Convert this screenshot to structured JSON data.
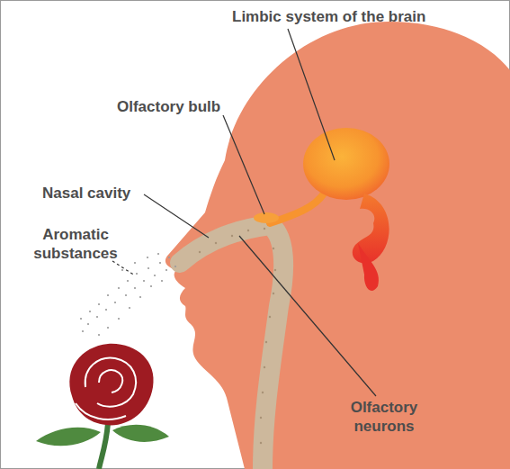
{
  "diagram": {
    "labels": [
      "Limbic system of the brain",
      "Olfactory bulb",
      "Nasal cavity",
      "Aromatic substances",
      "Olfactory neurons"
    ]
  }
}
